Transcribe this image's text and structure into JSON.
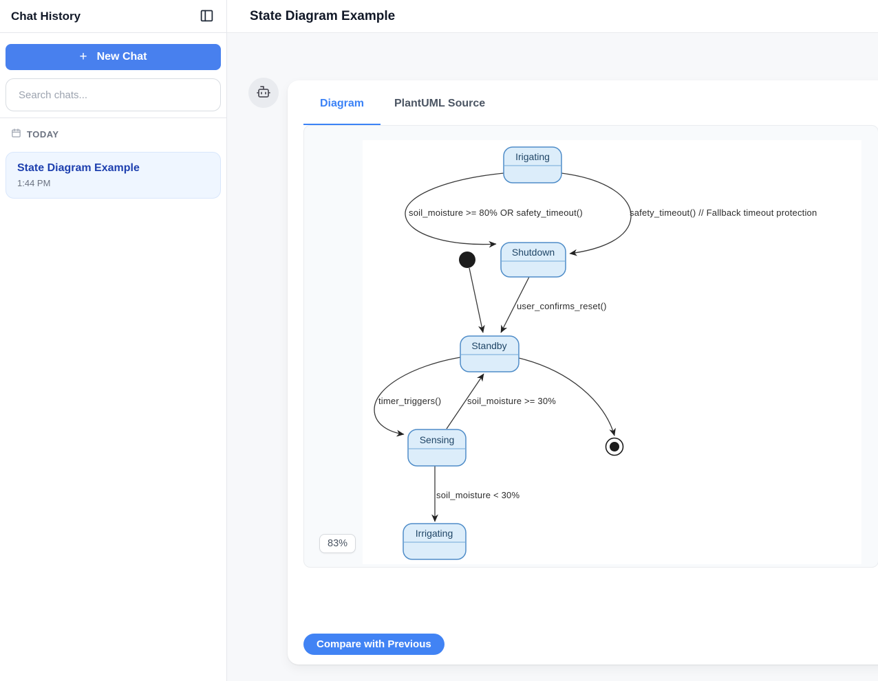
{
  "sidebar": {
    "title": "Chat History",
    "new_chat_plus": "+",
    "new_chat_label": "New Chat",
    "search_placeholder": "Search chats...",
    "section_label": "TODAY",
    "chats": [
      {
        "title": "State Diagram Example",
        "time": "1:44 PM"
      }
    ]
  },
  "header": {
    "title": "State Diagram Example"
  },
  "card": {
    "tabs": [
      {
        "label": "Diagram",
        "active": true
      },
      {
        "label": "PlantUML Source",
        "active": false
      }
    ],
    "zoom_level": "83%",
    "compare_button_label": "Compare with Previous"
  },
  "diagram": {
    "type": "state-diagram",
    "states": [
      {
        "name": "Irigating"
      },
      {
        "name": "Shutdown"
      },
      {
        "name": "Standby"
      },
      {
        "name": "Sensing"
      },
      {
        "name": "Irrigating"
      }
    ],
    "pseudo_states": [
      "initial",
      "final"
    ],
    "transitions": [
      {
        "from": "Irigating",
        "to": "Shutdown",
        "label": "soil_moisture >= 80% OR safety_timeout()"
      },
      {
        "from": "Irigating",
        "to": "Shutdown",
        "label": "safety_timeout() // Fallback timeout protection"
      },
      {
        "from": "initial",
        "to": "Standby",
        "label": ""
      },
      {
        "from": "Shutdown",
        "to": "Standby",
        "label": "user_confirms_reset()"
      },
      {
        "from": "Standby",
        "to": "Sensing",
        "label": "timer_triggers()"
      },
      {
        "from": "Sensing",
        "to": "Standby",
        "label": "soil_moisture >= 30%"
      },
      {
        "from": "Standby",
        "to": "final",
        "label": ""
      },
      {
        "from": "Sensing",
        "to": "Irrigating",
        "label": "soil_moisture < 30%"
      }
    ],
    "colors": {
      "state_fill": "#dcedfa",
      "state_border": "#4e8cc8",
      "state_text": "#1f4566",
      "edge": "#383838"
    }
  },
  "colors": {
    "accent_blue": "#4183f4",
    "tab_active": "#3b82f6",
    "chat_item_bg": "#eff6ff",
    "chat_item_title": "#1e40af",
    "main_bg": "#f7f8fa"
  }
}
